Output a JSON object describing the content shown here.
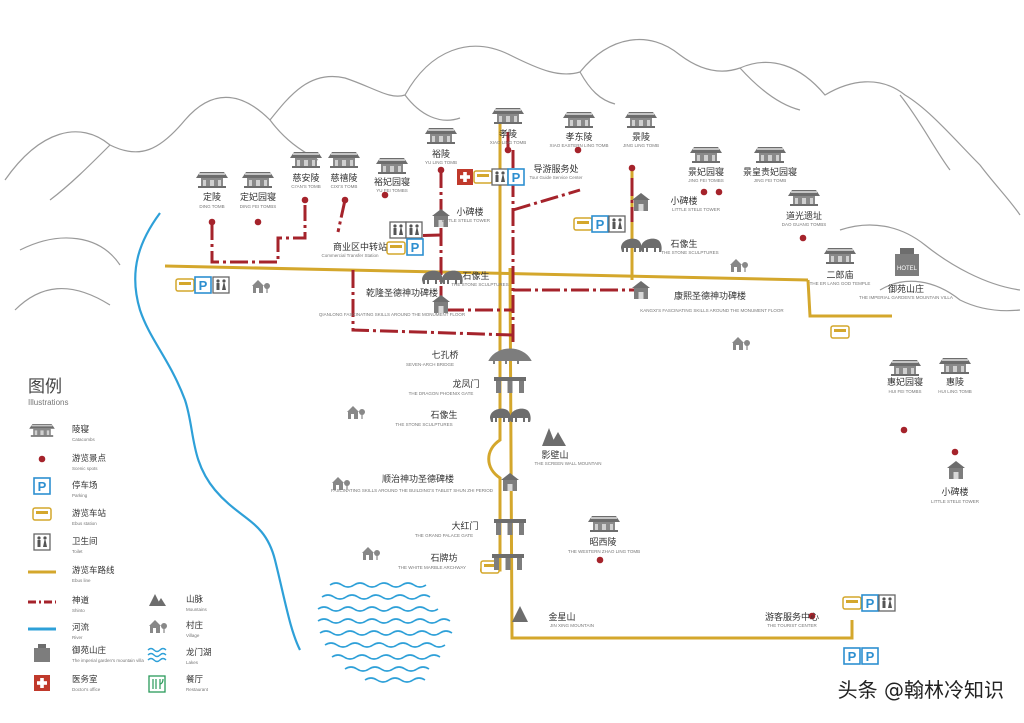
{
  "colors": {
    "bus_line": "#d4a72c",
    "shinto": "#a5232b",
    "river": "#2ea0d8",
    "mountain_stroke": "#9a9a9a",
    "marker": "#a5232b",
    "parking": "#2d8fd0",
    "icon_gray": "#666666",
    "lake": "#2ea0d8"
  },
  "legend": {
    "title_cn": "图例",
    "title_en": "Illustrations",
    "items": [
      {
        "icon": "tomb-icon",
        "cn": "陵寝",
        "en": "Catacombs"
      },
      {
        "icon": "scenic-dot-icon",
        "cn": "游览景点",
        "en": "Scenic spots"
      },
      {
        "icon": "parking-icon",
        "cn": "停车场",
        "en": "Parking"
      },
      {
        "icon": "bus-station-icon",
        "cn": "游览车站",
        "en": "Ebus station"
      },
      {
        "icon": "toilet-icon",
        "cn": "卫生间",
        "en": "Toilet"
      },
      {
        "icon": "bus-line-icon",
        "cn": "游览车路线",
        "en": "Ebus line"
      },
      {
        "icon": "shinto-line-icon",
        "cn": "神道",
        "en": "Shinto"
      },
      {
        "icon": "river-line-icon",
        "cn": "河流",
        "en": "River"
      },
      {
        "icon": "villa-icon",
        "cn": "御苑山庄",
        "en": "The imperial garden's mountain villa"
      },
      {
        "icon": "doctor-icon",
        "cn": "医务室",
        "en": "Doctor's office"
      },
      {
        "icon": "mountain-icon",
        "cn": "山脉",
        "en": "Mountains"
      },
      {
        "icon": "village-icon",
        "cn": "村庄",
        "en": "Village"
      },
      {
        "icon": "lake-icon",
        "cn": "龙门湖",
        "en": "Lakes"
      },
      {
        "icon": "restaurant-icon",
        "cn": "餐厅",
        "en": "Restaurant"
      }
    ]
  },
  "places": {
    "dingling": {
      "cn": "定陵",
      "en": "DING TOMB"
    },
    "dingfei": {
      "cn": "定妃园寝",
      "en": "DING FEI TOMBS"
    },
    "ciansling": {
      "cn": "慈安陵",
      "en": "CI'AN'S TOMB"
    },
    "cixiling": {
      "cn": "慈禧陵",
      "en": "CIXI'S TOMB"
    },
    "yufei": {
      "cn": "裕妃园寝",
      "en": "YU FEI TOMBS"
    },
    "yuling": {
      "cn": "裕陵",
      "en": "YU LING TOMB"
    },
    "xiaoling": {
      "cn": "孝陵",
      "en": "XIAO LING TOMB"
    },
    "xiaodongling": {
      "cn": "孝东陵",
      "en": "XIAO EASTERN LING TOMB"
    },
    "jingling": {
      "cn": "景陵",
      "en": "JING LING TOMB"
    },
    "guide": {
      "cn": "导游服务处",
      "en": "Tour Guide Service Center"
    },
    "jingfei": {
      "cn": "景妃园寝",
      "en": "JING FEI TOMBS"
    },
    "jinghuang": {
      "cn": "景皇贵妃园寝",
      "en": "JING FEI TOMB"
    },
    "stele_jing": {
      "cn": "小碑楼",
      "en": "LITTLE STELE TOWER"
    },
    "daoguang": {
      "cn": "道光遗址",
      "en": "DAO GUANG TOMBS"
    },
    "stele_xiao": {
      "cn": "小碑楼",
      "en": "LITTLE STELE TOWER"
    },
    "shixiang_jing": {
      "cn": "石像生",
      "en": "THE STONE SCULPTURES"
    },
    "transfer": {
      "cn": "商业区中转站",
      "en": "Commercial Transfer Station"
    },
    "shixiang_xiao": {
      "cn": "石像生",
      "en": "THE STONE SCULPTURES"
    },
    "erlang": {
      "cn": "二郎庙",
      "en": "THE ER LANG GOD TEMPLE"
    },
    "villa": {
      "cn": "御苑山庄",
      "en": "THE IMPERIAL GARDEN'S MOUNTAIN VILLA"
    },
    "qianlong": {
      "cn": "乾隆圣德神功碑楼",
      "en": "QIANLONG FASCINATING SKILLS AROUND THE MONUMENT FLOOR"
    },
    "kangxi": {
      "cn": "康熙圣德神功碑楼",
      "en": "KANGXI'S FASCINATING SKILLS AROUND THE MONUMENT FLOOR"
    },
    "qikong": {
      "cn": "七孔桥",
      "en": "SEVEN-ARCH BRIDGE"
    },
    "longfeng": {
      "cn": "龙凤门",
      "en": "THE DRAGON PHOENIX GATE"
    },
    "shixiang_main": {
      "cn": "石像生",
      "en": "THE STONE SCULPTURES"
    },
    "yingbi": {
      "cn": "影壁山",
      "en": "THE SCREEN WALL MOUNTAIN"
    },
    "huifei": {
      "cn": "惠妃园寝",
      "en": "HUI FEI TOMBS"
    },
    "huiling": {
      "cn": "惠陵",
      "en": "HUI LING TOMB"
    },
    "stele_hui": {
      "cn": "小碑楼",
      "en": "LITTLE STELE TOWER"
    },
    "shunzhi": {
      "cn": "顺治神功圣德碑楼",
      "en": "FASCINATING SKILLS AROUND THE BUILDING'S TABLET SHUN ZHI PERIOD"
    },
    "dahongmen": {
      "cn": "大红门",
      "en": "THE GRAND PALACE GATE"
    },
    "zhaoxi": {
      "cn": "昭西陵",
      "en": "THE WESTERN ZHAO LING TOMB"
    },
    "shipaifang": {
      "cn": "石牌坊",
      "en": "THE WHITE MARBLE ARCHWAY"
    },
    "jinxing": {
      "cn": "金星山",
      "en": "JIN XING MOUNTAIN"
    },
    "visitor": {
      "cn": "游客服务中心",
      "en": "THE TOURIST CENTER"
    }
  },
  "labels": {
    "parking_p": "P",
    "villa_sign": "HOTEL"
  },
  "watermark": "头条 @翰林冷知识"
}
